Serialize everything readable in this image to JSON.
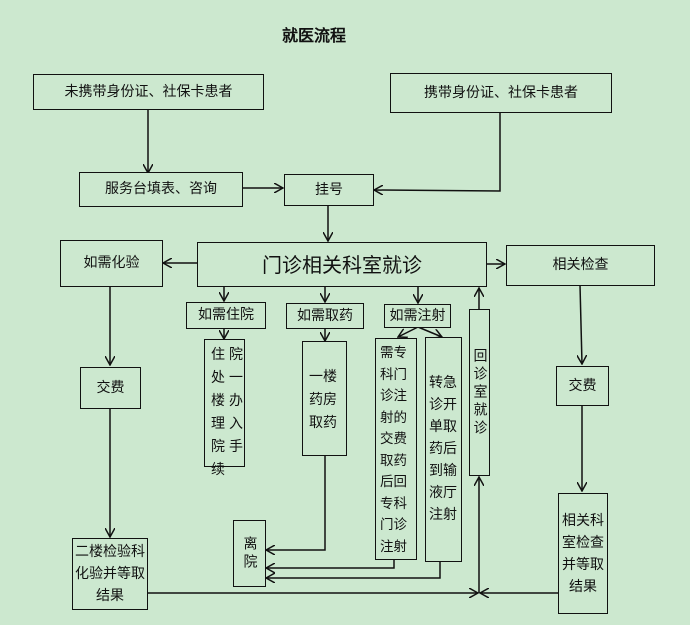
{
  "title": "就医流程",
  "nodes": {
    "no_id_patient": "未携带身份证、社保卡患者",
    "with_id_patient": "携带身份证、社保卡患者",
    "service_desk": "服务台填表、咨询",
    "registration": "挂号",
    "outpatient": "门诊相关科室就诊",
    "lab_test": "如需化验",
    "exam": "相关检查",
    "pay_lab": "交费",
    "pay_exam": "交费",
    "lab_result": "二楼检验科化验并等取结果",
    "exam_result": "相关科室检查并等取结果",
    "hospitalize": "如需住院",
    "hospitalize_detail": "住院\n处一\n楼办\n理入\n院手\n续",
    "medicine": "如需取药",
    "medicine_detail": "一楼\n药房\n取药",
    "injection": "如需注射",
    "injection_special": "需专\n科门\n诊注\n射的\n交费\n取药\n后回\n专科\n门诊\n注射",
    "injection_emergency": "转急\n诊开\n单取\n药后\n到输\n液厅\n注射",
    "return_visit": "回诊室就诊",
    "discharge": "离院"
  }
}
